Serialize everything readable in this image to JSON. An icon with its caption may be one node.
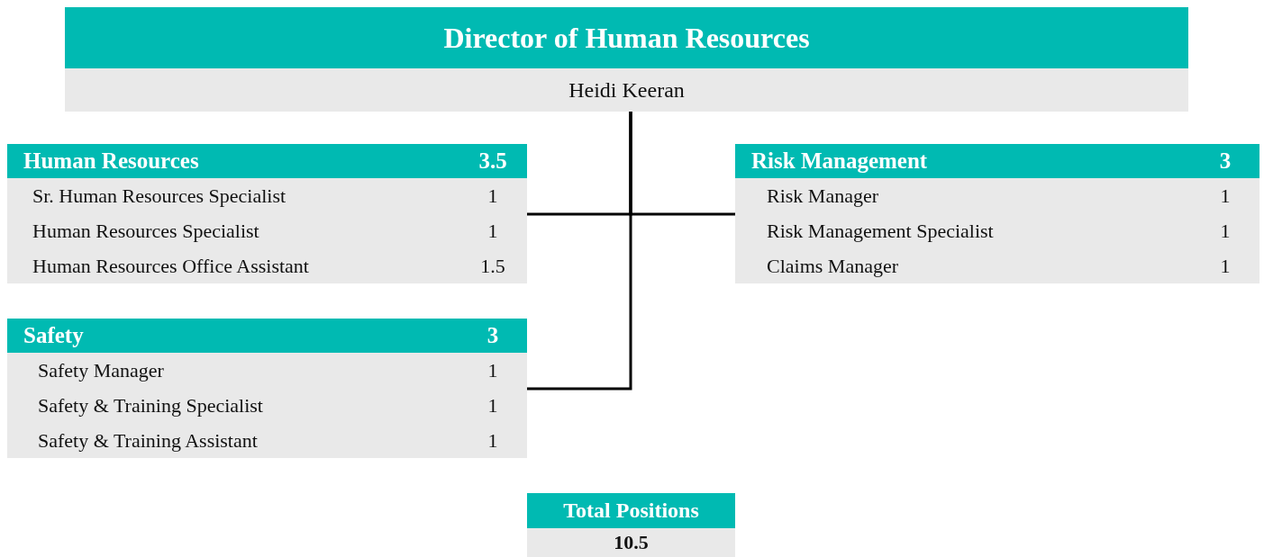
{
  "diagram": {
    "nodes": [
      {
        "text": [
          "Director of Human Resources",
          "Heidi Keeran"
        ]
      },
      {
        "text": [
          "Human Resources",
          "3.5",
          "Sr. Human Resources Specialist",
          "1",
          "Human Resources Specialist",
          "1",
          "Human Resources Office Assistant",
          "1.5"
        ]
      },
      {
        "text": [
          "Risk Management",
          "3",
          "Risk Manager",
          "1",
          "Risk Management Specialist",
          "1",
          "Claims Manager",
          "1"
        ]
      },
      {
        "text": [
          "Safety",
          "3",
          "Safety Manager",
          "1",
          "Safety & Training Specialist",
          "1",
          "Safety & Training Assistant",
          "1"
        ]
      },
      {
        "text": [
          "Total Positions",
          "10.5"
        ]
      }
    ],
    "edges": [
      {
        "from": 0,
        "to": 1,
        "arrow": "none"
      },
      {
        "from": 0,
        "to": 2,
        "arrow": "none"
      },
      {
        "from": 0,
        "to": 3,
        "arrow": "none"
      }
    ]
  }
}
